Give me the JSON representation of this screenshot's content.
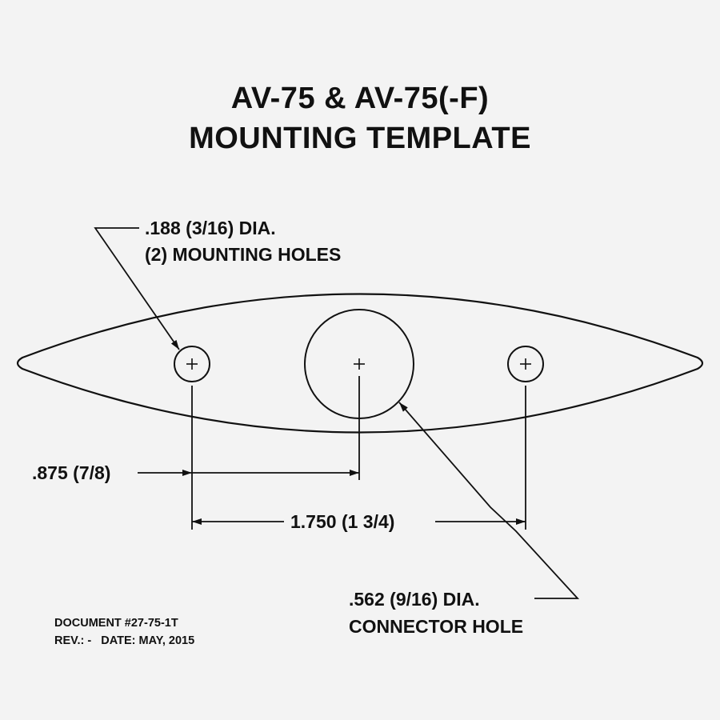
{
  "title": {
    "line1": "AV-75 & AV-75(-F)",
    "line2": "MOUNTING TEMPLATE"
  },
  "mounting_holes": {
    "line1": ".188 (3/16) DIA.",
    "line2": "(2) MOUNTING HOLES"
  },
  "dimensions": {
    "half_spacing": ".875 (7/8)",
    "full_spacing": "1.750 (1 3/4)"
  },
  "connector_hole": {
    "line1": ".562 (9/16) DIA.",
    "line2": "CONNECTOR HOLE"
  },
  "document": {
    "number": "DOCUMENT #27-75-1T",
    "revision": "REV.: -   DATE: MAY, 2015"
  },
  "colors": {
    "ink": "#111111",
    "paper": "#f3f3f3"
  }
}
